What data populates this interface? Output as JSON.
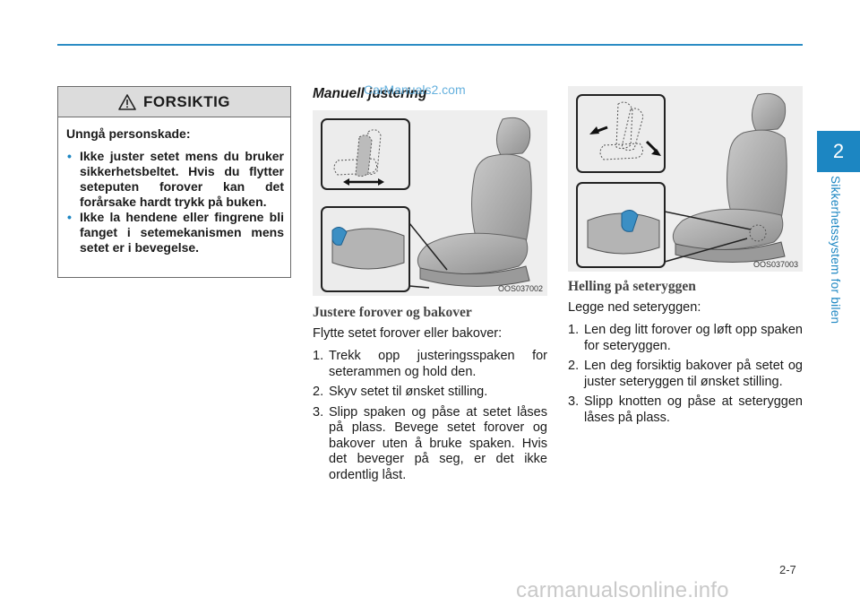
{
  "side": {
    "chapter": "2",
    "label": "Sikkerhetssystem for bilen"
  },
  "caution": {
    "title": "FORSIKTIG",
    "lead": "Unngå personskade:",
    "items": [
      "Ikke juster setet mens du bruker sikkerhetsbeltet. Hvis du flytter seteputen forover kan det forårsake hardt trykk på buken.",
      "Ikke la hendene eller fingrene bli fanget i setemekanismen mens setet er i bevegelse."
    ]
  },
  "section_title": "Manuell justering",
  "figures": [
    {
      "code": "OOS037002"
    },
    {
      "code": "OOS037003"
    }
  ],
  "forward_back": {
    "heading": "Justere forover og bakover",
    "intro": "Flytte setet forover eller bakover:",
    "steps": [
      {
        "n": "1.",
        "text": "Trekk opp justeringsspaken for seterammen og hold den."
      },
      {
        "n": "2.",
        "text": "Skyv setet til ønsket stilling."
      },
      {
        "n": "3.",
        "text": "Slipp spaken og påse at setet låses på plass. Bevege setet forover og bakover uten å bruke spaken. Hvis det beveger på seg, er det ikke ordentlig låst."
      }
    ]
  },
  "recline": {
    "heading": "Helling på seteryggen",
    "intro": "Legge ned seteryggen:",
    "steps": [
      {
        "n": "1.",
        "text": "Len deg litt forover og løft opp spaken for seteryggen."
      },
      {
        "n": "2.",
        "text": "Len deg forsiktig bakover på setet og juster seteryggen til ønsket stilling."
      },
      {
        "n": "3.",
        "text": "Slipp knotten og påse at seteryggen låses på plass."
      }
    ]
  },
  "page_number": "2-7",
  "watermarks": {
    "top": "CarManuals2.com",
    "bottom": "carmanualsonline.info"
  }
}
